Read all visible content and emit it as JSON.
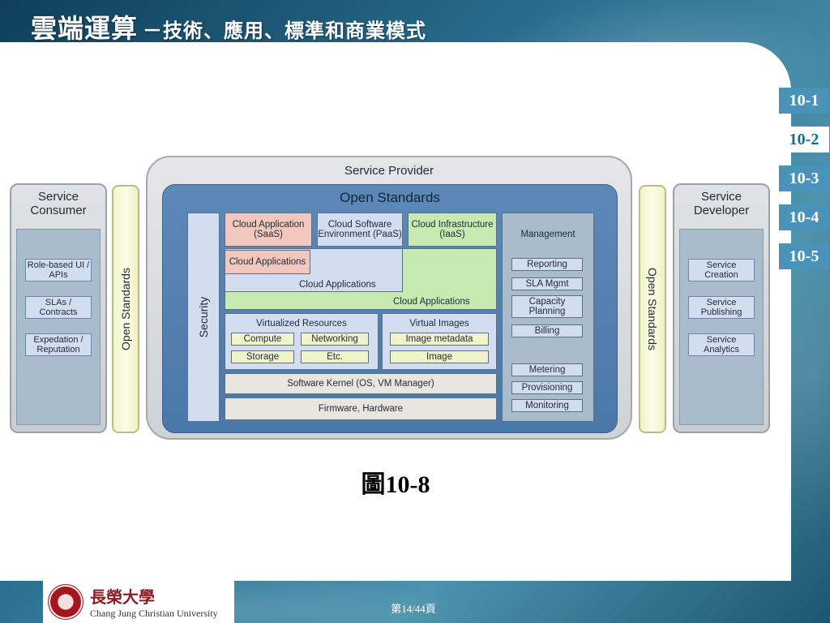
{
  "slide": {
    "title_main": "雲端運算",
    "title_sub": "－技術、應用、標準和商業模式",
    "caption": "圖10-8",
    "page": "第14/44頁"
  },
  "nav": {
    "items": [
      "10-1",
      "10-2",
      "10-3",
      "10-4",
      "10-5"
    ],
    "active": "10-2"
  },
  "diagram": {
    "consumer": {
      "title": "Service Consumer",
      "items": [
        "Role-based UI / APIs",
        "SLAs / Contracts",
        "Expedation / Reputation"
      ]
    },
    "developer": {
      "title": "Service Developer",
      "items": [
        "Service Creation",
        "Service Publishing",
        "Service Analytics"
      ]
    },
    "open_standards_side": "Open Standards",
    "provider": {
      "title": "Service Provider",
      "standards_title": "Open Standards",
      "security": "Security",
      "saas": "Cloud Application (SaaS)",
      "paas": "Cloud Software Environment (PaaS)",
      "iaas": "Cloud Infrastructure (IaaS)",
      "cloud_apps_inner": "Cloud Applications",
      "cloud_apps_paas": "Cloud Applications",
      "cloud_apps_iaas": "Cloud Applications",
      "virtualized": {
        "title": "Virtualized Resources",
        "items": [
          "Compute",
          "Networking",
          "Storage",
          "Etc."
        ]
      },
      "virtual_images": {
        "title": "Virtual Images",
        "items": [
          "Image metadata",
          "Image"
        ]
      },
      "kernel": "Software Kernel (OS, VM Manager)",
      "firmware": "Firmware, Hardware",
      "management": {
        "title": "Management",
        "items": [
          "Reporting",
          "SLA Mgmt",
          "Capacity Planning",
          "Billing",
          "Metering",
          "Provisioning",
          "Monitoring"
        ]
      }
    }
  },
  "logo": {
    "name_zh": "長榮大學",
    "name_en": "Chang Jung Christian University"
  },
  "colors": {
    "saas": "#f2c7bd",
    "iaas": "#c6eab2",
    "paas": "#d2def0",
    "grey_block": "#e9e6df"
  }
}
